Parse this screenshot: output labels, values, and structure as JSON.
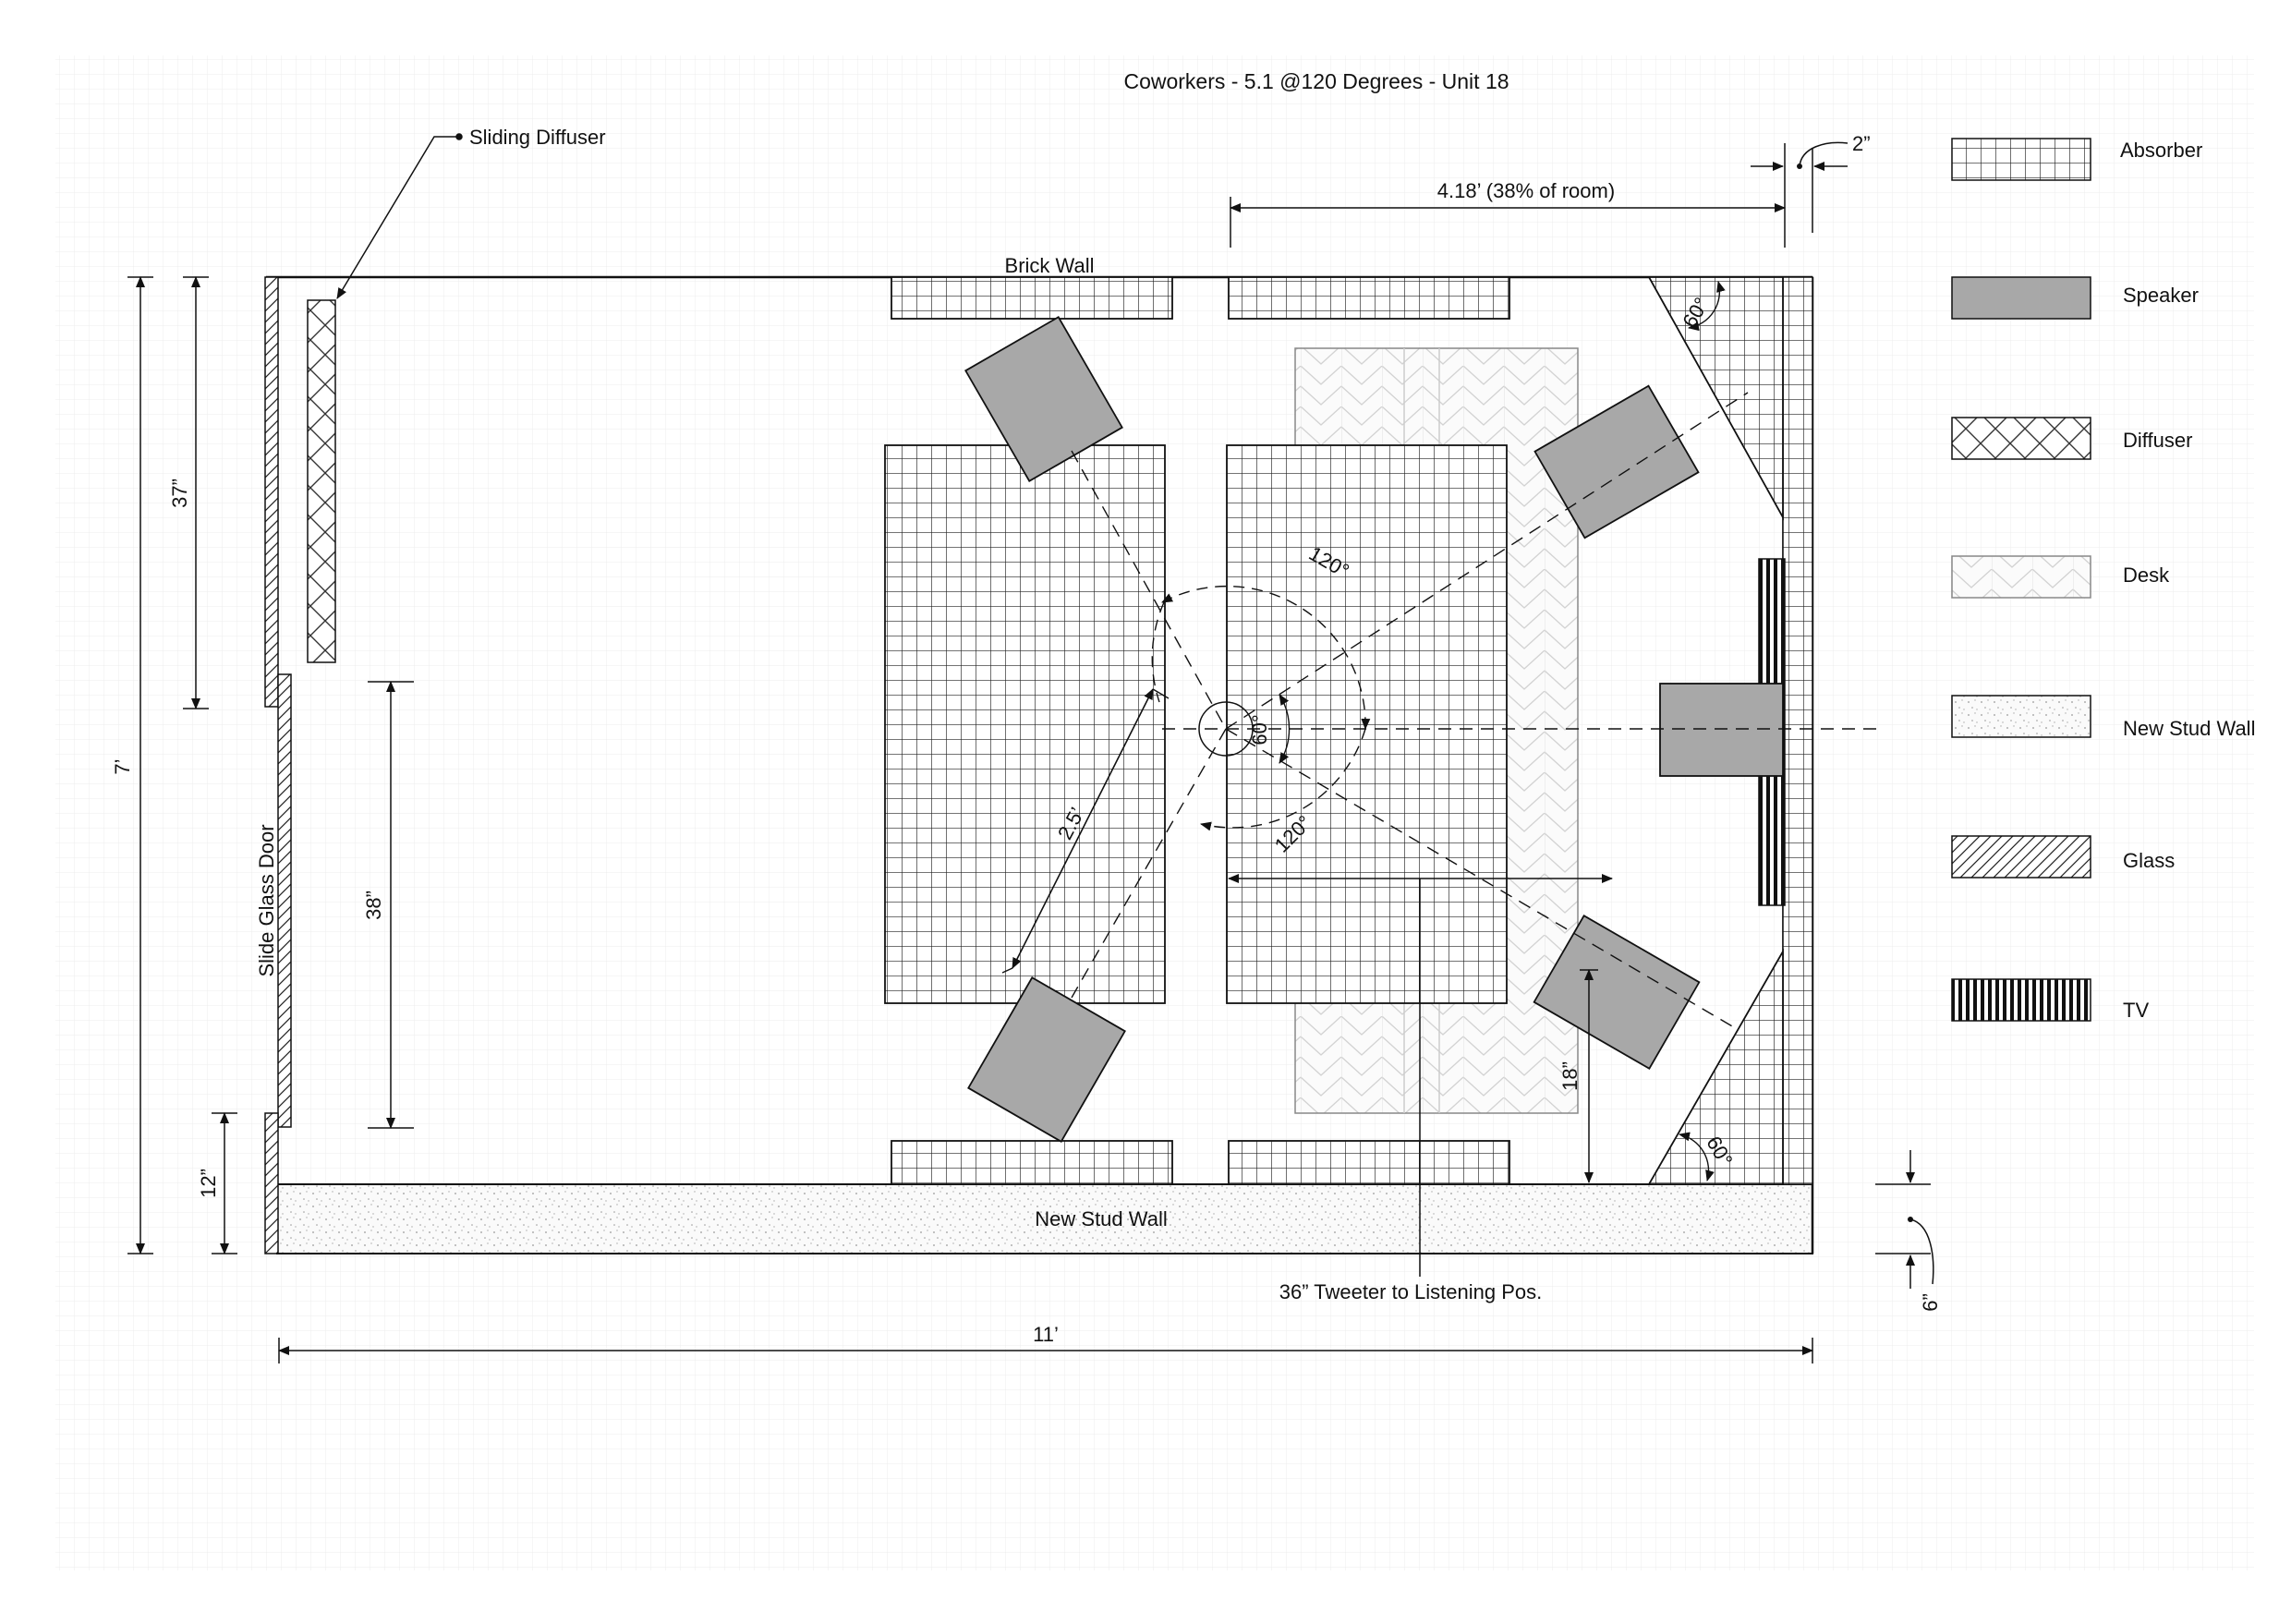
{
  "title": "Coworkers - 5.1 @120 Degrees - Unit 18",
  "labels": {
    "sliding_diffuser": "Sliding Diffuser",
    "brick_wall": "Brick Wall",
    "new_stud_wall": "New Stud Wall",
    "slide_glass_door": "Slide Glass Door",
    "tweeter_note": "36” Tweeter to Listening Pos."
  },
  "dimensions": {
    "width_total": "11’",
    "height_total": "7’",
    "diffuser_len": "37”",
    "door_len": "38”",
    "bottom_gap": "12”",
    "absorber_span": "4.18’ (38% of room)",
    "wall_gap": "2”",
    "stud_wall": "6”",
    "speaker_18": "18”",
    "listen_radius": "2.5’"
  },
  "angles": {
    "a120_top": "120°",
    "a120_bottom": "120°",
    "a60_center": "60°",
    "a60_top_corner": "60°",
    "a60_bottom_corner": "60°"
  },
  "legend": [
    {
      "label": "Absorber",
      "pattern": "absorber"
    },
    {
      "label": "Speaker",
      "pattern": "speaker"
    },
    {
      "label": "Diffuser",
      "pattern": "diffuser"
    },
    {
      "label": "Desk",
      "pattern": "desk"
    },
    {
      "label": "New Stud Wall",
      "pattern": "stud"
    },
    {
      "label": "Glass",
      "pattern": "glass"
    },
    {
      "label": "TV",
      "pattern": "tv"
    }
  ],
  "colors": {
    "speaker_fill": "#a8a8a8",
    "line": "#111111",
    "grid": "#f1f1f1"
  }
}
